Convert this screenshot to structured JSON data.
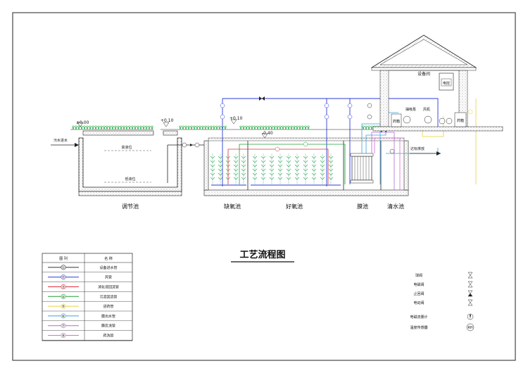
{
  "title": "工艺流程图",
  "elevations": {
    "e0": "±0.00",
    "e1": "+0.10",
    "e2": "+0.10",
    "e3": "-0.40"
  },
  "labels": {
    "inflow": "污水进水",
    "outflow": "达标排放",
    "equipment_room": "设备间",
    "control_cabinet": "电控",
    "high_level": "高液位",
    "low_level": "低液位",
    "dosing_pump": "抽吸泵",
    "blower": "风机",
    "dosing_tank_left": "药箱",
    "dosing_tank_right": "药箱"
  },
  "tanks": {
    "regulating": "调节池",
    "anoxic": "缺氧池",
    "aerobic": "好氧池",
    "membrane": "膜池",
    "clear": "清水池"
  },
  "legend": {
    "header": [
      "图 列",
      "名 称"
    ],
    "rows": [
      {
        "num": "①",
        "name": "设备进水管",
        "color": "#333333"
      },
      {
        "num": "②",
        "name": "风管",
        "color": "#2b3bd6"
      },
      {
        "num": "③",
        "name": "消化液回流管",
        "color": "#e0303a"
      },
      {
        "num": "④",
        "name": "污泥回流管",
        "color": "#1fa13a"
      },
      {
        "num": "⑤",
        "name": "进药管",
        "color": "#e6d23a"
      },
      {
        "num": "⑥",
        "name": "膜出水管",
        "color": "#3aa0e0"
      },
      {
        "num": "⑦",
        "name": "膜反洗管",
        "color": "#b06ad8"
      },
      {
        "num": "⑧",
        "name": "药洗管",
        "color": "#e06ad0"
      }
    ]
  },
  "symbols": [
    {
      "name": "球阀"
    },
    {
      "name": "电磁阀"
    },
    {
      "name": "止回阀"
    },
    {
      "name": "电动阀"
    },
    {
      "name": "电磁流量计"
    },
    {
      "name": "温度传感器",
      "symbol": "RH"
    }
  ]
}
